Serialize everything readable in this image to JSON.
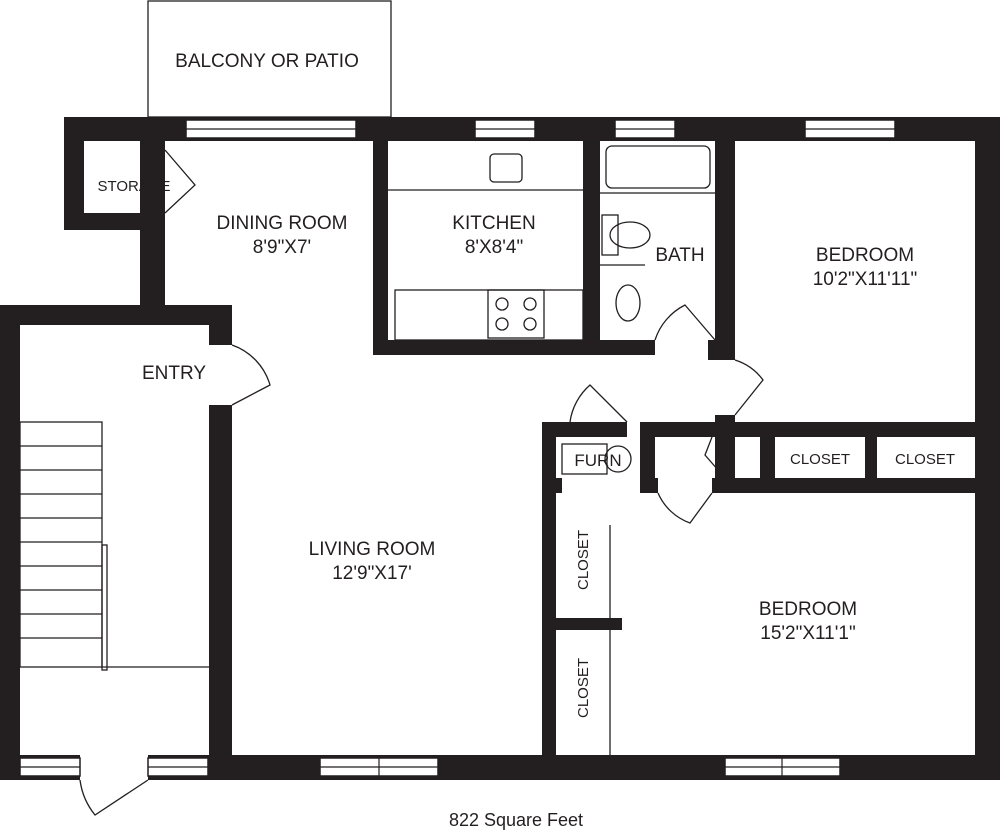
{
  "rooms": {
    "balcony": "BALCONY OR PATIO",
    "storage": "STORAGE",
    "dining": {
      "name": "DINING ROOM",
      "size": "8'9\"X7'"
    },
    "kitchen": {
      "name": "KITCHEN",
      "size": "8'X8'4\""
    },
    "bath": "BATH",
    "bedroom1": {
      "name": "BEDROOM",
      "size": "10'2\"X11'11\""
    },
    "entry": "ENTRY",
    "furnace": "FURN",
    "closet1": "CLOSET",
    "closet2": "CLOSET",
    "closet3": "CLOSET",
    "closet4": "CLOSET",
    "living": {
      "name": "LIVING ROOM",
      "size": "12'9\"X17'"
    },
    "bedroom2": {
      "name": "BEDROOM",
      "size": "15'2\"X11'1\""
    }
  },
  "footer": "822 Square Feet",
  "colors": {
    "wall": "#231f20",
    "background": "#ffffff"
  }
}
